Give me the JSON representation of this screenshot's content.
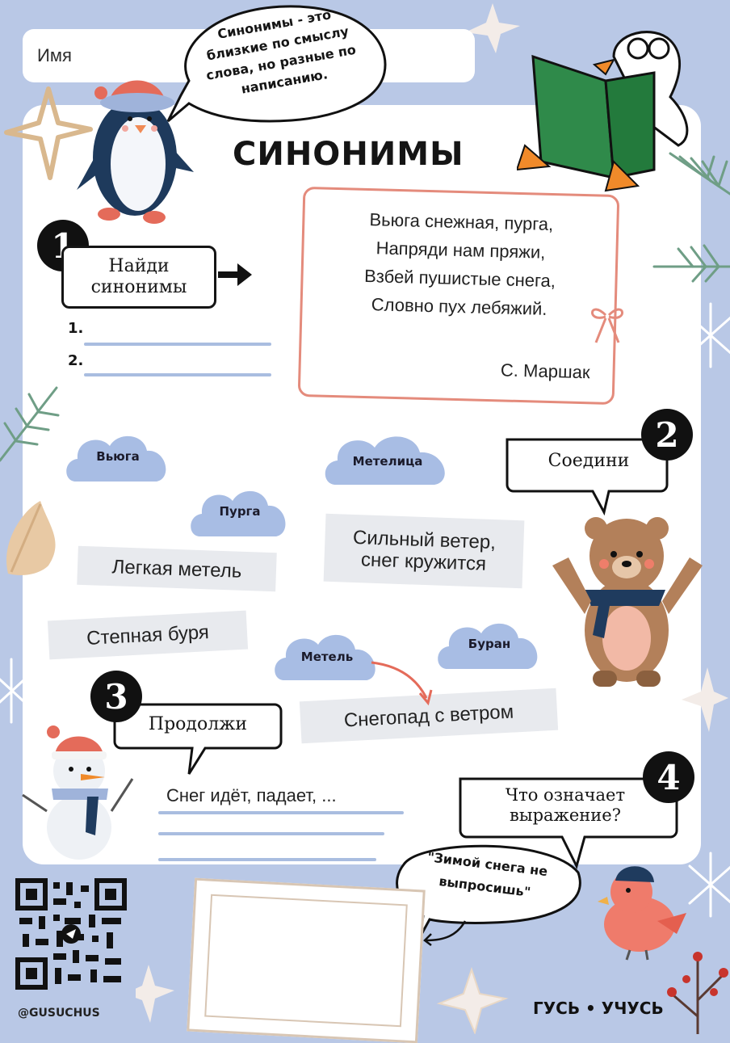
{
  "header": {
    "name_label": "Имя",
    "definition": [
      "Синонимы - это",
      "близкие по смыслу",
      "слова, но разные по",
      "написанию."
    ]
  },
  "title": "СИНОНИМЫ",
  "task1": {
    "number": "1",
    "label_line1": "Найди",
    "label_line2": "синонимы",
    "answers": [
      "1.",
      "2."
    ]
  },
  "poem": {
    "lines": [
      "Вьюга снежная, пурга,",
      "Напряди нам пряжи,",
      "Взбей пушистые снега,",
      "Словно пух лебяжий."
    ],
    "author": "С. Маршак"
  },
  "task2": {
    "number": "2",
    "label": "Соедини",
    "clouds": [
      "Вьюга",
      "Метелица",
      "Пурга",
      "Метель",
      "Буран"
    ],
    "meanings": [
      "Легкая метель",
      "Сильный ветер,",
      "снег кружится",
      "Степная буря",
      "Снегопад с ветром"
    ]
  },
  "task3": {
    "number": "3",
    "label": "Продолжи",
    "prompt": "Снег идёт, падает, ..."
  },
  "task4": {
    "number": "4",
    "label_line1": "Что означает",
    "label_line2": "выражение?",
    "quote_line1": "\"Зимой снега не",
    "quote_line2": "выпросишь\""
  },
  "footer": {
    "handle": "@GUSUCHUS",
    "brand": "ГУСЬ • УЧУСЬ"
  },
  "colors": {
    "background": "#b9c8e6",
    "cloud": "#a8bde4",
    "accent_red": "#e48b7c",
    "line": "#a9bde0"
  }
}
